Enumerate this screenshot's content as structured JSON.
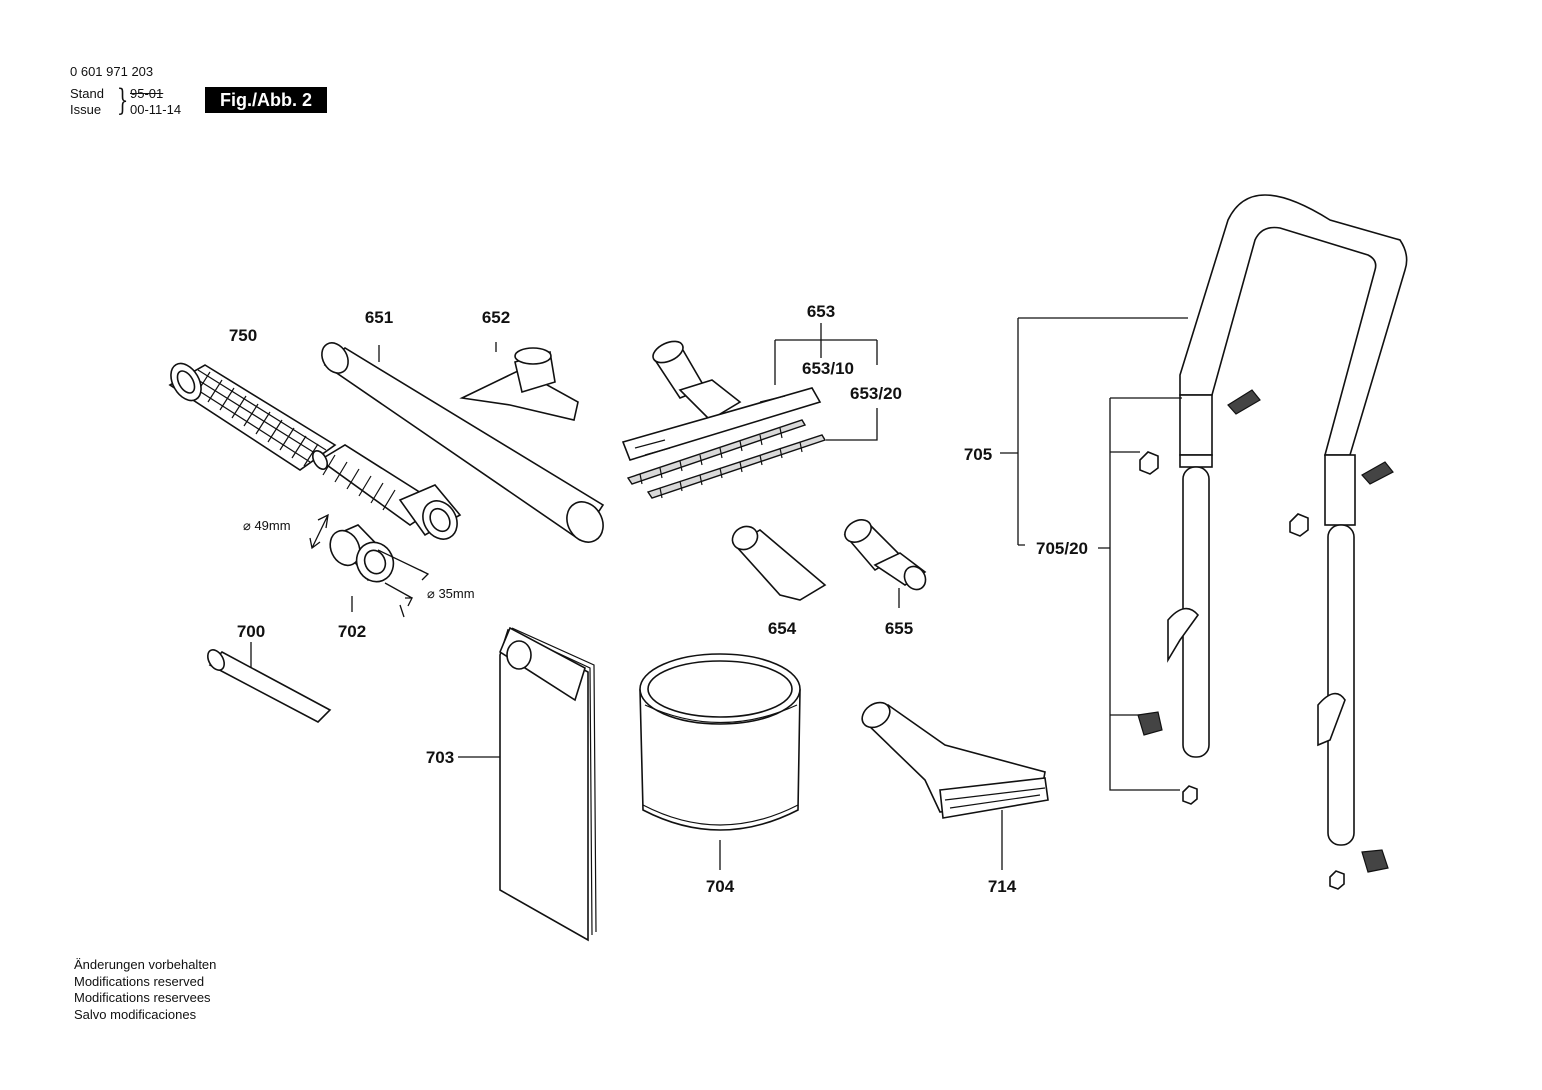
{
  "header": {
    "doc_number": "0 601 971 203",
    "stand_label": "Stand",
    "issue_label": "Issue",
    "stand_date": "95-01",
    "issue_date": "00-11-14",
    "figure": "Fig./Abb. 2"
  },
  "parts": {
    "p750": "750",
    "p651": "651",
    "p652": "652",
    "p653": "653",
    "p653_10": "653/10",
    "p653_20": "653/20",
    "p705": "705",
    "p705_20": "705/20",
    "p654": "654",
    "p655": "655",
    "p700": "700",
    "p702": "702",
    "p703": "703",
    "p704": "704",
    "p714": "714"
  },
  "dimensions": {
    "d49": "⌀ 49mm",
    "d35": "⌀ 35mm"
  },
  "notes": [
    "Änderungen vorbehalten",
    "Modifications reserved",
    "Modifications reservees",
    "Salvo modificaciones"
  ]
}
